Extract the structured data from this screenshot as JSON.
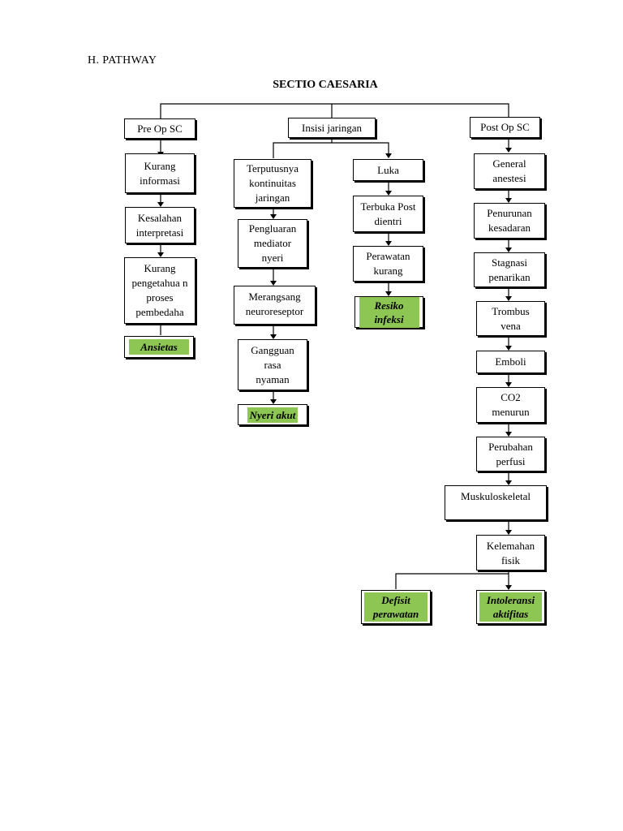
{
  "header": {
    "section": "H.  PATHWAY",
    "title": "SECTIO CAESARIA"
  },
  "nodes": {
    "pre_op": "Pre Op SC",
    "insisi": "Insisi jaringan",
    "post_op": "Post Op SC",
    "kurang_informasi": "Kurang informasi",
    "kesalahan": "Kesalahan interpretasi",
    "kurang_pengetahuan": "Kurang pengetahua n proses pembedaha",
    "ansietas": "Ansietas",
    "terputusnya": "Terputusnya kontinuitas jaringan",
    "pengluaran": "Pengluaran mediator nyeri",
    "merangsang": "Merangsang neuroreseptor",
    "gangguan": "Gangguan rasa nyaman",
    "nyeri_akut": "Nyeri akut",
    "luka": "Luka",
    "terbuka": "Terbuka Post dientri",
    "perawatan_kurang": "Perawatan kurang",
    "resiko_infeksi": "Resiko infeksi",
    "general_anestesi": "General anestesi",
    "penurunan": "Penurunan kesadaran",
    "stagnasi": "Stagnasi penarikan",
    "trombus": "Trombus vena",
    "emboli": "Emboli",
    "co2": "CO2 menurun",
    "perubahan": "Perubahan perfusi",
    "muskuloskeletal": "Muskuloskeletal",
    "kelemahan": "Kelemahan fisik",
    "defisit": "Defisit perawatan",
    "intoleransi": "Intoleransi aktifitas"
  }
}
